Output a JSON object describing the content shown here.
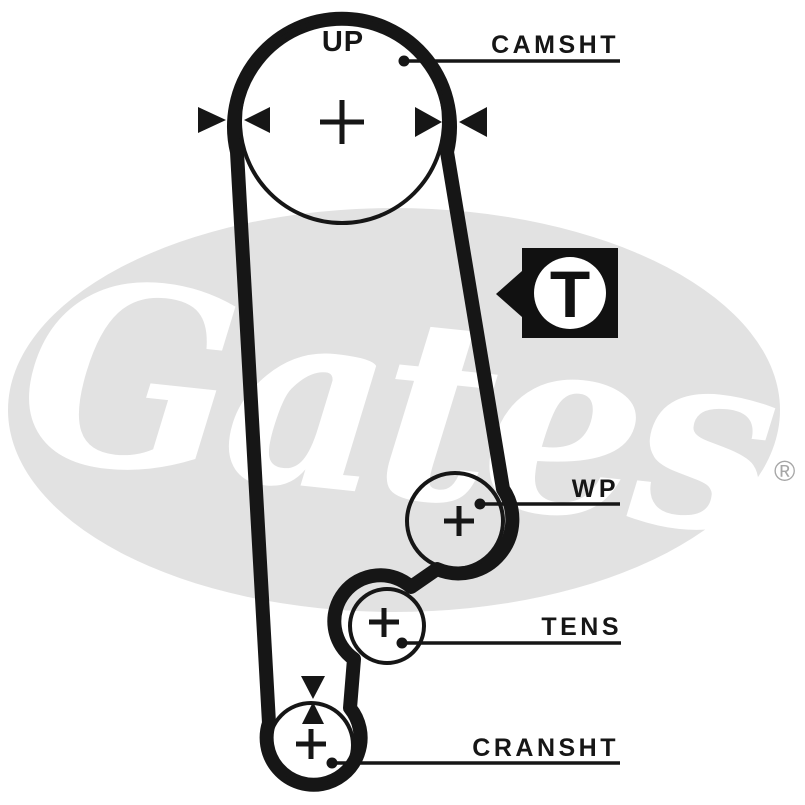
{
  "diagram": {
    "type": "timing-belt-routing-diagram",
    "camshaft_direction_label": "UP",
    "pulley_labels": {
      "camshaft": "CAMSHT",
      "water_pump": "WP",
      "tensioner": "TENS",
      "crankshaft": "CRANSHT"
    },
    "timing_mark_symbol": "T",
    "icons": {
      "camshaft_alignment_arrows_left": "right-triangle + left-triangle pointing at belt",
      "camshaft_alignment_arrows_right": "right-triangle + left-triangle pointing at belt",
      "crankshaft_alignment_mark": "down-triangle over up-triangle (hourglass)",
      "timing_mark_pointer": "left-pointing tail on black badge"
    },
    "watermark": {
      "brand": "Gates",
      "registered_mark": "®"
    },
    "colors": {
      "ink": "#161616",
      "background": "#ffffff",
      "watermark_fill": "#e2e2e2",
      "registered_gray": "#a6a6a6",
      "badge_fill": "#111111",
      "badge_circle_fill": "#ffffff"
    }
  }
}
